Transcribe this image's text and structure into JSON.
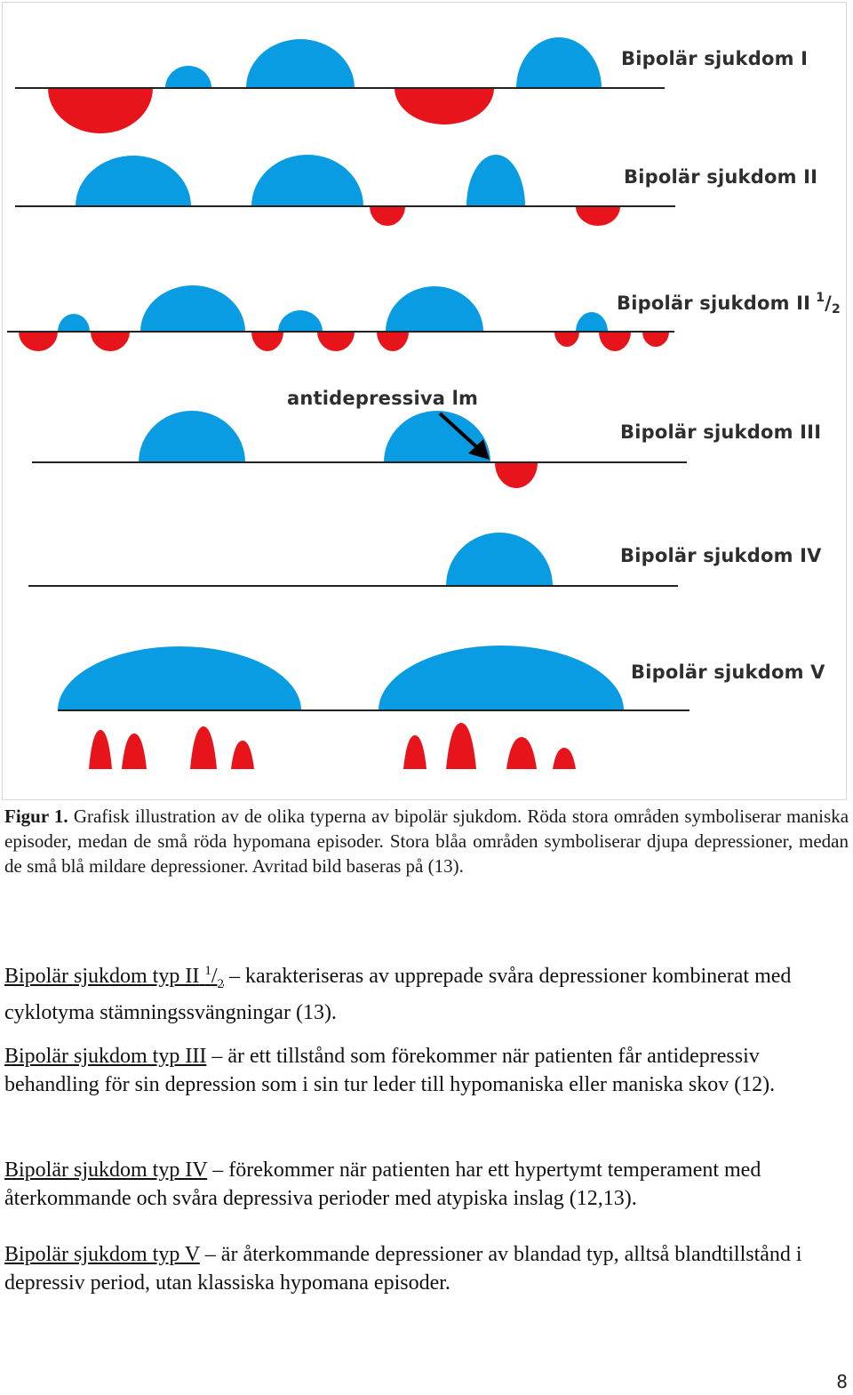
{
  "figure": {
    "panels": [
      {
        "id": "I",
        "label_text": "Bipolär sjukdom I"
      },
      {
        "id": "II",
        "label_text": "Bipolär sjukdom II"
      },
      {
        "id": "II-half",
        "label_text": "Bipolär sjukdom II",
        "label_frac_num": "1",
        "label_frac_den": "2"
      },
      {
        "id": "III",
        "label_text": "Bipolär sjukdom III"
      },
      {
        "id": "IV",
        "label_text": "Bipolär sjukdom IV"
      },
      {
        "id": "V",
        "label_text": "Bipolär sjukdom V"
      }
    ],
    "annotation": "antidepressiva lm",
    "colors": {
      "mania": "#e8141b",
      "depression": "#0a9ce3",
      "line": "#222222",
      "arrow": "#000000"
    }
  },
  "caption": {
    "label": "Figur 1.",
    "text": "Grafisk illustration av de olika typerna av bipolär sjukdom. Röda stora områden symboliserar maniska episoder, medan de små röda hypomana episoder. Stora blåa områden symboliserar djupa depressioner, medan de små blå mildare depressioner. Avritad bild baseras på (13)."
  },
  "paragraphs": [
    {
      "term": "Bipolär sjukdom typ II",
      "frac_num": "1",
      "frac_den": "2",
      "text": "karakteriseras av upprepade svåra depressioner kombinerat med cyklotyma stämningssvängningar (13)."
    },
    {
      "term": "Bipolär sjukdom typ III",
      "text": "är ett tillstånd som förekommer när patienten får antidepressiv behandling för sin depression som i sin tur leder till hypomaniska eller maniska skov (12)."
    },
    {
      "term": "Bipolär sjukdom typ IV",
      "text": "förekommer när patienten har ett hypertymt temperament med återkommande och svåra depressiva perioder med atypiska inslag (12,13)."
    },
    {
      "term": "Bipolär sjukdom typ V",
      "text": "är återkommande depressioner av blandad typ, alltså blandtillstånd i depressiv period, utan klassiska hypomana episoder."
    }
  ],
  "page_number": "8"
}
